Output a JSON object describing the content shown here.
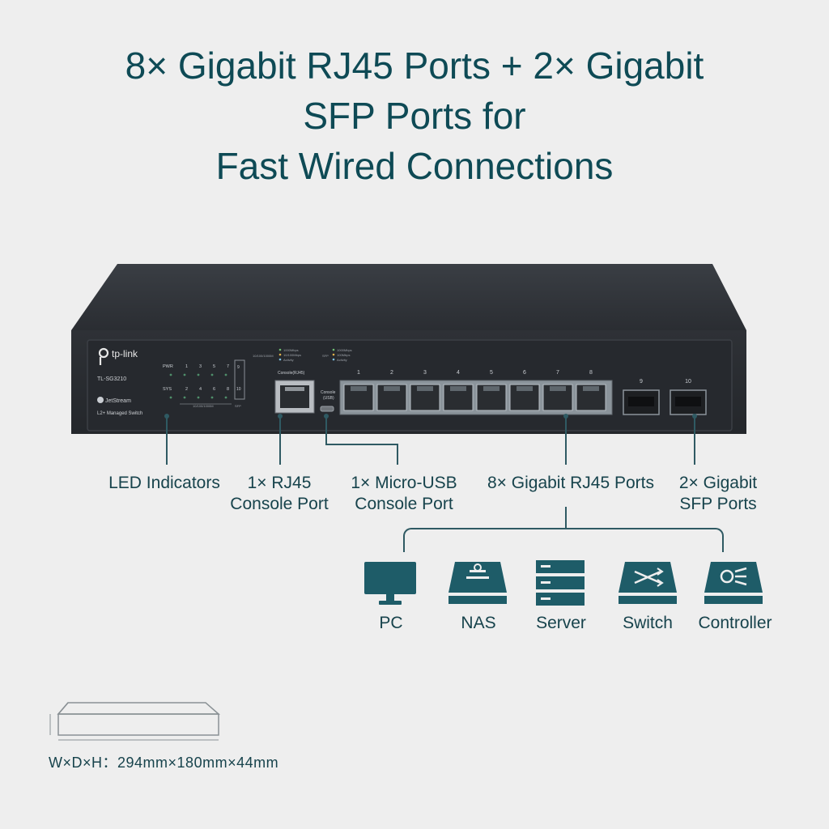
{
  "headline": {
    "line1": "8× Gigabit RJ45 Ports + 2× Gigabit",
    "line2": "SFP Ports for",
    "line3": "Fast Wired Connections"
  },
  "device": {
    "brand": "tp-link",
    "model": "TL-SG3210",
    "series": "JetStream",
    "subtitle": "L2+ Managed Switch",
    "pwr": "PWR",
    "sys": "SYS",
    "console_rj45_label": "Console(RJ45)",
    "console_usb_label": "Console (USB)",
    "port_numbers": [
      "1",
      "2",
      "3",
      "4",
      "5",
      "6",
      "7",
      "8"
    ],
    "sfp_numbers": [
      "9",
      "10"
    ],
    "led_top_numbers": [
      "1",
      "3",
      "5",
      "7"
    ],
    "led_bottom_numbers": [
      "2",
      "4",
      "6",
      "8"
    ],
    "led_sfp_numbers": [
      "9",
      "10"
    ],
    "legend_rj45": [
      "1000Mbps",
      "10/100Mbps",
      "Activity"
    ],
    "legend_rj45_title": "10/100/1000M",
    "legend_sfp_title": "SFP",
    "legend_sfp": [
      "1000Mbps",
      "100Mbps",
      "Activity"
    ],
    "led_footer": "10/100/1000M",
    "sfp_footer": "SFP"
  },
  "callouts": {
    "led": "LED Indicators",
    "rj45_console_1": "1× RJ45",
    "rj45_console_2": "Console Port",
    "usb_console_1": "1× Micro-USB",
    "usb_console_2": "Console Port",
    "gigabit_rj45": "8× Gigabit RJ45 Ports",
    "sfp_1": "2× Gigabit",
    "sfp_2": "SFP Ports"
  },
  "devices": [
    {
      "icon": "pc-icon",
      "label": "PC"
    },
    {
      "icon": "nas-icon",
      "label": "NAS"
    },
    {
      "icon": "server-icon",
      "label": "Server"
    },
    {
      "icon": "switch-icon",
      "label": "Switch"
    },
    {
      "icon": "controller-icon",
      "label": "Controller"
    }
  ],
  "dimensions": "W×D×H：294mm×180mm×44mm",
  "colors": {
    "background": "#eeeeee",
    "text": "#0e4a55",
    "icon": "#1e5c68",
    "chassis": "#2b2e33"
  }
}
